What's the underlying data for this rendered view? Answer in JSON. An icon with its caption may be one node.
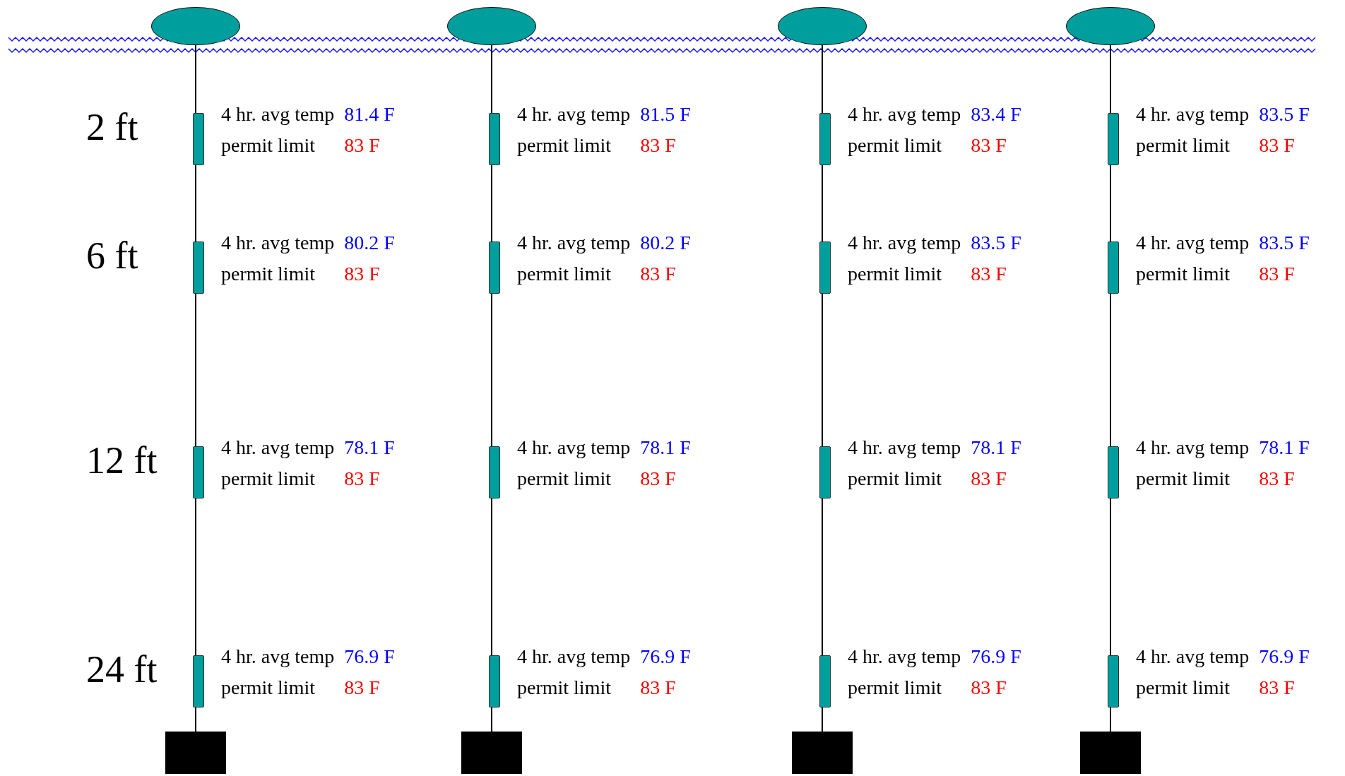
{
  "diagram": {
    "nodes": [
      {
        "text": [],
        "shape": "ellipse"
      },
      {
        "text": [],
        "shape": "bar",
        "beside": [
          "4 hr. avg temp",
          "81.4 F",
          "permit limit",
          "83 F"
        ]
      },
      {
        "text": [],
        "shape": "bar",
        "beside": [
          "4 hr. avg temp",
          "80.2 F",
          "permit limit",
          "83 F"
        ]
      },
      {
        "text": [],
        "shape": "bar",
        "beside": [
          "4 hr. avg temp",
          "78.1 F",
          "permit limit",
          "83 F"
        ]
      },
      {
        "text": [],
        "shape": "bar",
        "beside": [
          "4 hr. avg temp",
          "76.9 F",
          "permit limit",
          "83 F"
        ]
      },
      {
        "text": [],
        "shape": "box"
      },
      {
        "text": [],
        "shape": "ellipse"
      },
      {
        "text": [],
        "shape": "bar",
        "beside": [
          "4 hr. avg temp",
          "81.5 F",
          "permit limit",
          "83 F"
        ]
      },
      {
        "text": [],
        "shape": "bar",
        "beside": [
          "4 hr. avg temp",
          "80.2 F",
          "permit limit",
          "83 F"
        ]
      },
      {
        "text": [],
        "shape": "bar",
        "beside": [
          "4 hr. avg temp",
          "78.1 F",
          "permit limit",
          "83 F"
        ]
      },
      {
        "text": [],
        "shape": "bar",
        "beside": [
          "4 hr. avg temp",
          "76.9 F",
          "permit limit",
          "83 F"
        ]
      },
      {
        "text": [],
        "shape": "box"
      },
      {
        "text": [],
        "shape": "ellipse"
      },
      {
        "text": [],
        "shape": "bar",
        "beside": [
          "4 hr. avg temp",
          "83.4 F",
          "permit limit",
          "83 F"
        ]
      },
      {
        "text": [],
        "shape": "bar",
        "beside": [
          "4 hr. avg temp",
          "83.5 F",
          "permit limit",
          "83 F"
        ]
      },
      {
        "text": [],
        "shape": "bar",
        "beside": [
          "4 hr. avg temp",
          "78.1 F",
          "permit limit",
          "83 F"
        ]
      },
      {
        "text": [],
        "shape": "bar",
        "beside": [
          "4 hr. avg temp",
          "76.9 F",
          "permit limit",
          "83 F"
        ]
      },
      {
        "text": [],
        "shape": "box"
      },
      {
        "text": [],
        "shape": "ellipse"
      },
      {
        "text": [],
        "shape": "bar",
        "beside": [
          "4 hr. avg temp",
          "83.5 F",
          "permit limit",
          "83 F"
        ]
      },
      {
        "text": [],
        "shape": "bar",
        "beside": [
          "4 hr. avg temp",
          "83.5 F",
          "permit limit",
          "83 F"
        ]
      },
      {
        "text": [],
        "shape": "bar",
        "beside": [
          "4 hr. avg temp",
          "78.1 F",
          "permit limit",
          "83 F"
        ]
      },
      {
        "text": [],
        "shape": "bar",
        "beside": [
          "4 hr. avg temp",
          "76.9 F",
          "permit limit",
          "83 F"
        ]
      },
      {
        "text": [],
        "shape": "box"
      }
    ],
    "edges": [
      {
        "from": 0,
        "to": 1,
        "arrow": "none"
      },
      {
        "from": 1,
        "to": 2,
        "arrow": "none"
      },
      {
        "from": 2,
        "to": 3,
        "arrow": "none"
      },
      {
        "from": 3,
        "to": 4,
        "arrow": "none"
      },
      {
        "from": 4,
        "to": 5,
        "arrow": "none"
      },
      {
        "from": 6,
        "to": 7,
        "arrow": "none"
      },
      {
        "from": 7,
        "to": 8,
        "arrow": "none"
      },
      {
        "from": 8,
        "to": 9,
        "arrow": "none"
      },
      {
        "from": 9,
        "to": 10,
        "arrow": "none"
      },
      {
        "from": 10,
        "to": 11,
        "arrow": "none"
      },
      {
        "from": 12,
        "to": 13,
        "arrow": "none"
      },
      {
        "from": 13,
        "to": 14,
        "arrow": "none"
      },
      {
        "from": 14,
        "to": 15,
        "arrow": "none"
      },
      {
        "from": 15,
        "to": 16,
        "arrow": "none"
      },
      {
        "from": 16,
        "to": 17,
        "arrow": "none"
      },
      {
        "from": 18,
        "to": 19,
        "arrow": "none"
      },
      {
        "from": 19,
        "to": 20,
        "arrow": "none"
      },
      {
        "from": 20,
        "to": 21,
        "arrow": "none"
      },
      {
        "from": 21,
        "to": 22,
        "arrow": "none"
      },
      {
        "from": 22,
        "to": 23,
        "arrow": "none"
      }
    ],
    "labels": [
      "2 ft",
      "6 ft",
      "12 ft",
      "24 ft"
    ]
  }
}
